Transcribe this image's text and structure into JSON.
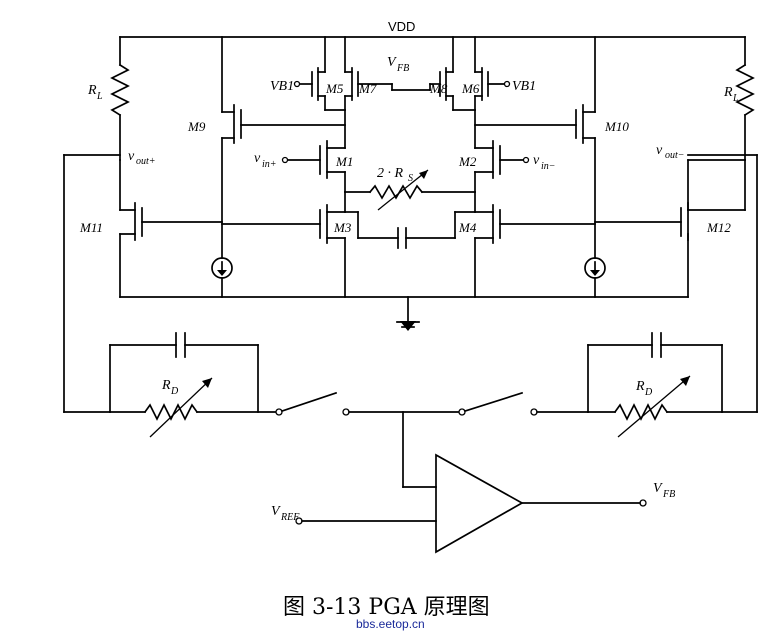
{
  "labels": {
    "vdd": "VDD",
    "rl_left": "R",
    "rl_left_sub": "L",
    "rl_right": "R",
    "rl_right_sub": "L",
    "vb1_left": "VB1",
    "vb1_right": "VB1",
    "vfb_top": "V",
    "vfb_top_sub": "FB",
    "m5": "M5",
    "m7": "M7",
    "m8": "M8",
    "m6": "M6",
    "m9": "M9",
    "m10": "M10",
    "m1": "M1",
    "m2": "M2",
    "m3": "M3",
    "m4": "M4",
    "m11": "M11",
    "m12": "M12",
    "vin_plus": "v",
    "vin_plus_sub": "in+",
    "vin_minus": "v",
    "vin_minus_sub": "in−",
    "vout_plus": "v",
    "vout_plus_sub": "out+",
    "vout_minus": "v",
    "vout_minus_sub": "out−",
    "rs": "2 · R",
    "rs_sub": "S",
    "rd_left": "R",
    "rd_left_sub": "D",
    "rd_right": "R",
    "rd_right_sub": "D",
    "vref": "V",
    "vref_sub": "REF",
    "vfb_out": "V",
    "vfb_out_sub": "FB"
  },
  "caption": "图 3-13 PGA 原理图",
  "watermark": "bbs.eetop.cn"
}
